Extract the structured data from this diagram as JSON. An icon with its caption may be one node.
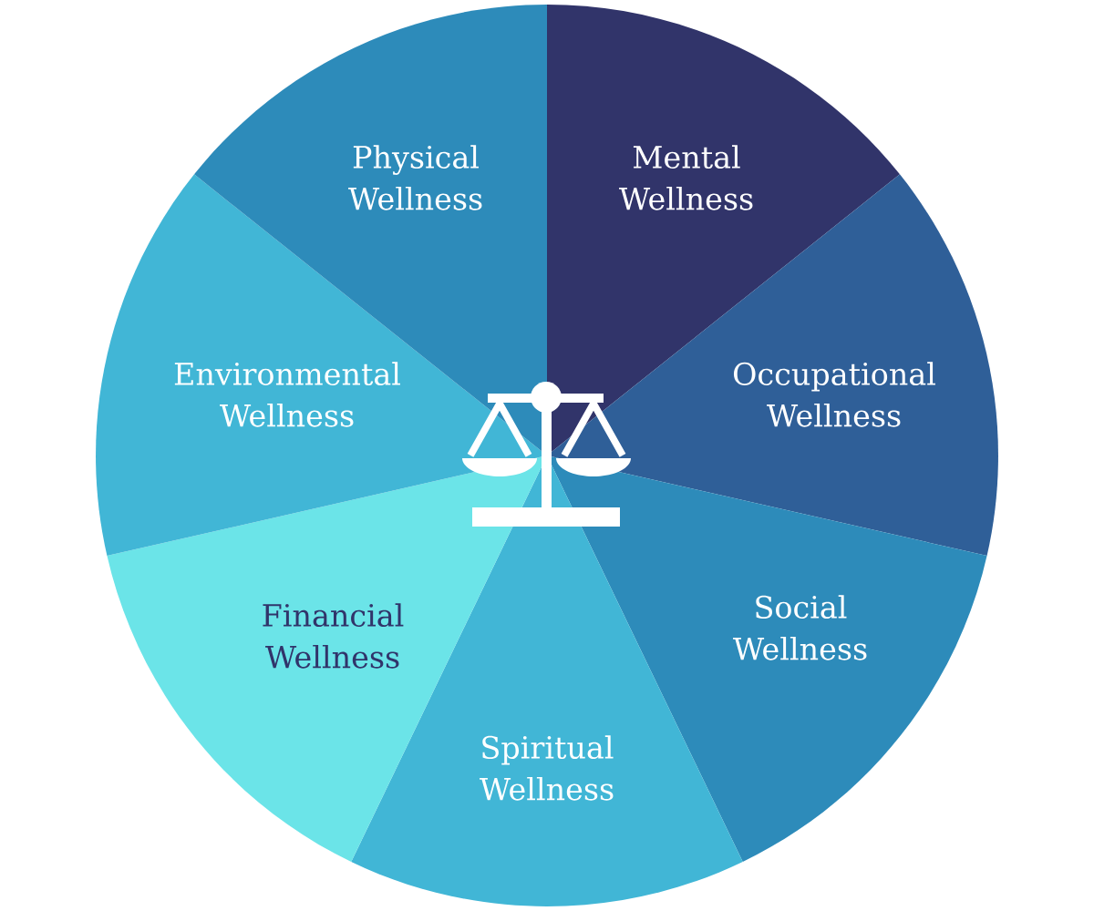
{
  "diagram": {
    "nodes": [
      {
        "text": [
          "Mental Wellness"
        ]
      },
      {
        "text": [
          "Occupational Wellness"
        ]
      },
      {
        "text": [
          "Social Wellness"
        ]
      },
      {
        "text": [
          "Spiritual Wellness"
        ]
      },
      {
        "text": [
          "Financial Wellness"
        ]
      },
      {
        "text": [
          "Environmental Wellness"
        ]
      },
      {
        "text": [
          "Physical Wellness"
        ]
      }
    ]
  }
}
